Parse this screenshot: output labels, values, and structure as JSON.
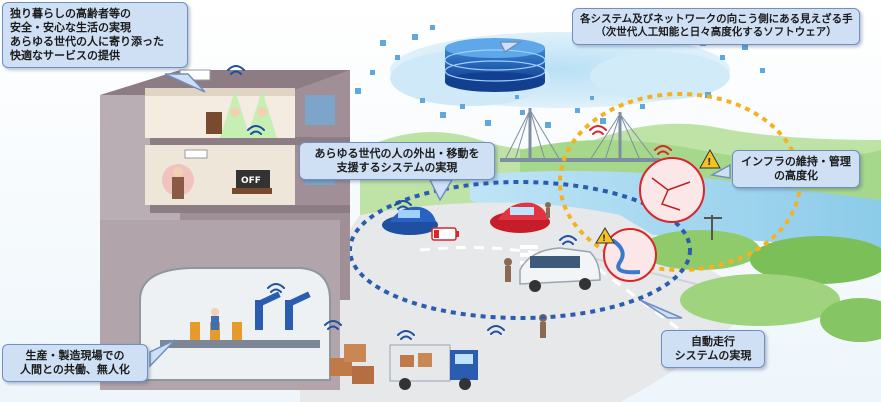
{
  "callouts": {
    "elderly": {
      "lines": [
        "独り暮らしの高齢者等の",
        "安全・安心な生活の実現",
        "あらゆる世代の人に寄り添った",
        "快適なサービスの提供"
      ]
    },
    "invisible_hand": {
      "lines": [
        "各システム及びネットワークの向こう側にある見えざる手",
        "（次世代人工知能と日々高度化するソフトウェア）"
      ]
    },
    "mobility": {
      "lines": [
        "あらゆる世代の人の外出・移動を",
        "支援するシステムの実現"
      ]
    },
    "infrastructure": {
      "lines": [
        "インフラの維持・管理",
        "の高度化"
      ]
    },
    "autonomous": {
      "lines": [
        "自動走行",
        "システムの実現"
      ]
    },
    "factory": {
      "lines": [
        "生産・製造現場での",
        "人間との共働、無人化"
      ]
    }
  },
  "scene_text": {
    "tv_off": "OFF"
  },
  "colors": {
    "sky_cloud": "#9fd2ef",
    "dotted_orange": "#f5b21e",
    "dotted_blue": "#2a5db0",
    "callout_fill": "#cfe0f5",
    "callout_border": "#6f8fc2",
    "wifi_red": "#d9262a",
    "wifi_blue": "#1f4fa0"
  }
}
